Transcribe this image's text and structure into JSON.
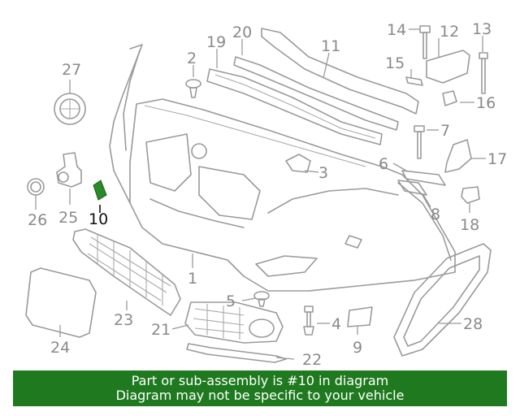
{
  "diagram": {
    "highlight_color": "#2a8a2a",
    "parts": {
      "p1": "1",
      "p2": "2",
      "p3": "3",
      "p4": "4",
      "p5": "5",
      "p6": "6",
      "p7": "7",
      "p8": "8",
      "p9": "9",
      "p10": "10",
      "p11": "11",
      "p12": "12",
      "p13": "13",
      "p14": "14",
      "p15": "15",
      "p16": "16",
      "p17": "17",
      "p18": "18",
      "p19": "19",
      "p20": "20",
      "p21": "21",
      "p22": "22",
      "p23": "23",
      "p24": "24",
      "p25": "25",
      "p26": "26",
      "p27": "27",
      "p28": "28"
    }
  },
  "footer": {
    "line1": "Part or sub-assembly is #10 in diagram",
    "line2": "Diagram may not be specific to your vehicle",
    "bg_color": "#1f7a1f"
  }
}
